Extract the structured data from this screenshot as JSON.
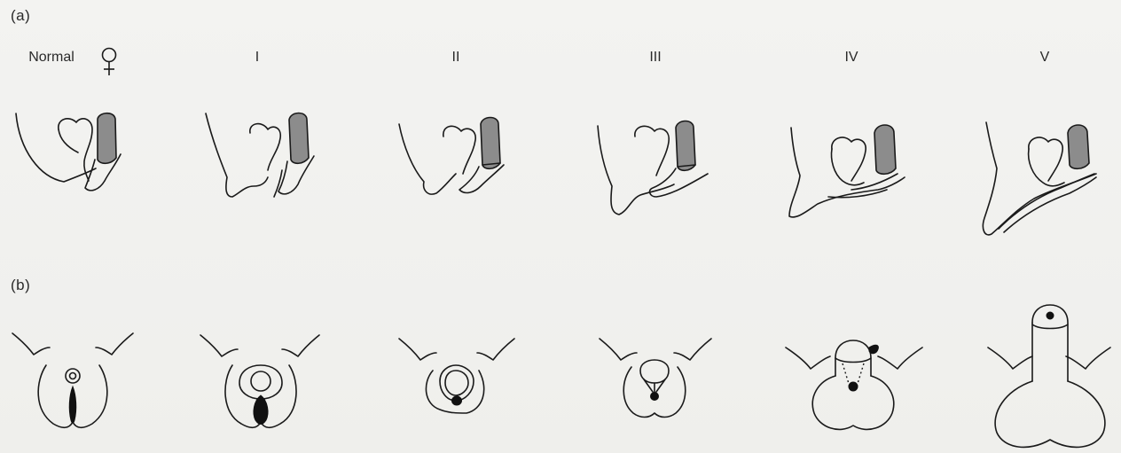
{
  "panels": {
    "a": {
      "label": "(a)"
    },
    "b": {
      "label": "(b)"
    }
  },
  "stages": [
    "Normal",
    "I",
    "II",
    "III",
    "IV",
    "V"
  ],
  "icons": {
    "female": "female-symbol-icon"
  }
}
